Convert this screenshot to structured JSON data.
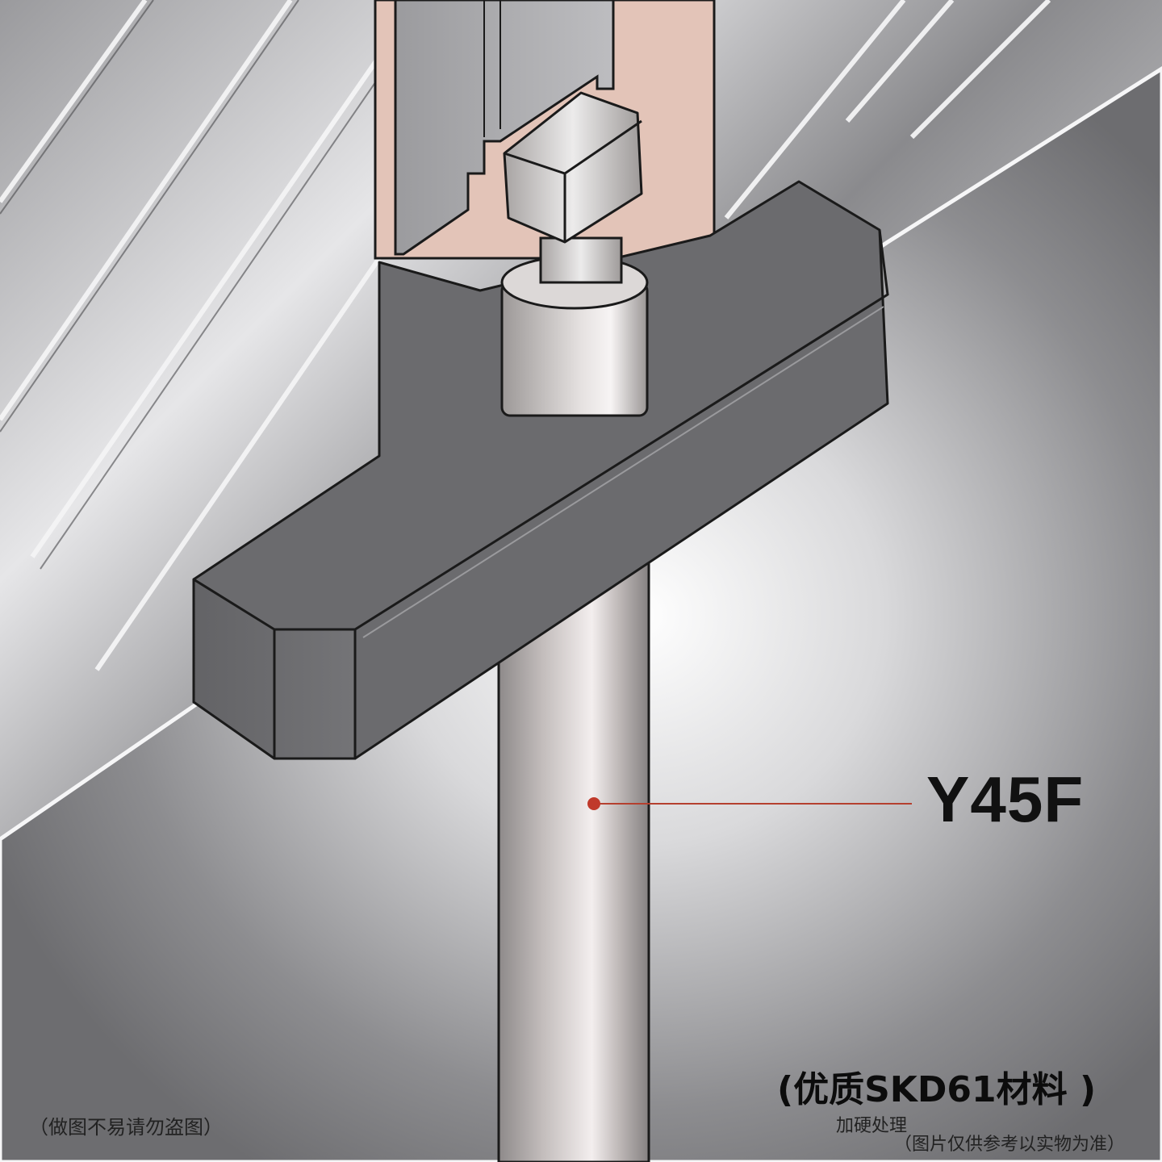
{
  "labels": {
    "part_code": "Y45F",
    "material": "(优质SKD61材料 )",
    "treatment": "加硬处理",
    "reference_disclaimer": "（图片仅供参考以实物为准）",
    "copyright_notice": "（做图不易请勿盗图）"
  },
  "colors": {
    "callout_line": "#b5402f",
    "callout_dot": "#c0392b",
    "slider_block": "#6b6b6e",
    "pink_insert": "#e3c4b8",
    "steel_highlight": "#ffffff",
    "outline": "#1a1a1a"
  }
}
